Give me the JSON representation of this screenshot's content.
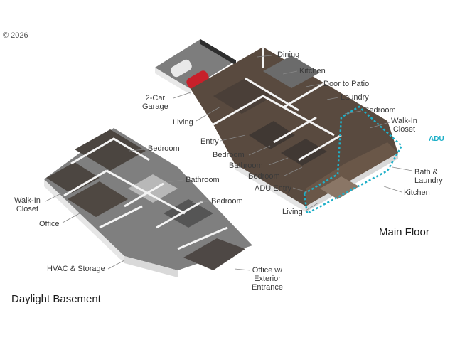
{
  "copyright": "© 2026",
  "main_floor_title": "Main Floor",
  "basement_title": "Daylight Basement",
  "adu_tag": "ADU",
  "labels": {
    "dining": "Dining",
    "kitchen_main": "Kitchen",
    "door_to_patio": "Door to Patio",
    "laundry": "Laundry",
    "bedroom_top": "Bedroom",
    "walk_in_closet_main": "Walk-In\nCloset",
    "garage": "2-Car\nGarage",
    "living_main": "Living",
    "entry": "Entry",
    "bedroom_main_1": "Bedroom",
    "bathroom_main": "Bathroom",
    "bedroom_main_2": "Bedroom",
    "adu_entry": "ADU Entry",
    "living_adu": "Living",
    "bath_laundry": "Bath &\nLaundry",
    "kitchen_adu": "Kitchen",
    "bedroom_bsmt_1": "Bedroom",
    "bathroom_bsmt": "Bathroom",
    "bedroom_bsmt_2": "Bedroom",
    "walk_in_closet_bsmt": "Walk-In\nCloset",
    "office_bsmt": "Office",
    "hvac_storage": "HVAC & Storage",
    "office_exterior": "Office w/\nExterior\nEntrance"
  },
  "colors": {
    "wall": "#ffffff",
    "wall_edge": "#cfcfcf",
    "floor_wood": "#5a4a3f",
    "floor_dark": "#3d3834",
    "concrete": "#8e8e8e",
    "adu_outline": "#1fb0c8",
    "car": "#c8202a"
  }
}
